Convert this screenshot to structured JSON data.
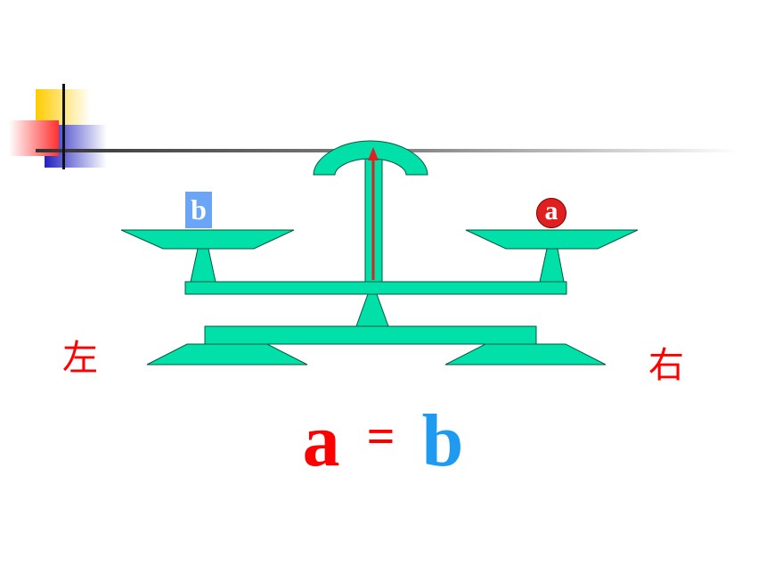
{
  "slide": {
    "left_side_label": "左",
    "right_side_label": "右",
    "left_pan_weight": "b",
    "right_pan_weight": "a",
    "equation": {
      "left": "a",
      "operator": "=",
      "right": "b"
    }
  },
  "colors": {
    "scale_fill": "#00e0a8",
    "scale_stroke": "#005a40",
    "pointer": "#e02020",
    "weight_b": "#6aa6f5",
    "weight_a": "#e02020",
    "equation_left": "#ff0000",
    "equation_right": "#1e9bf0",
    "labels": "#ff0000"
  }
}
